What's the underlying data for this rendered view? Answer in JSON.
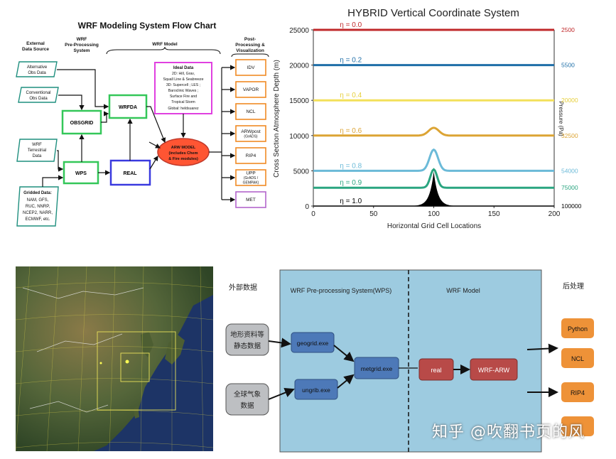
{
  "flowchart": {
    "title": "WRF Modeling System Flow Chart",
    "sections": {
      "external": [
        "External",
        "Data Source"
      ],
      "wps": [
        "WRF",
        "Pre-Processing",
        "System"
      ],
      "model": "WRF Model",
      "post": [
        "Post-",
        "Processing &",
        "Visualization"
      ]
    },
    "sources": {
      "alt_obs": [
        "Alternative",
        "Obs Data"
      ],
      "conv_obs": [
        "Conventional",
        "Obs Data"
      ],
      "terrestrial": [
        "WRF",
        "Terrestrial",
        "Data"
      ],
      "gridded": [
        "Gridded Data:",
        "NAM, GFS,",
        "RUC, NNRP,",
        "NCEP2, NARR,",
        "ECMWF, etc."
      ]
    },
    "boxes": {
      "obsgrid": "OBSGRID",
      "wrfda": "WRFDA",
      "wps": "WPS",
      "real": "REAL"
    },
    "ideal": [
      "Ideal Data",
      "2D: Hill, Grav,",
      "Squall Line & Seabreeze",
      "3D: Supercell ; LES ;",
      "Baroclinic Waves ;",
      "Surface Fire and",
      "Tropical Storm",
      "Global: heldsuarez"
    ],
    "arw": [
      "ARW MODEL",
      "(includes Chem",
      "& Fire modules)"
    ],
    "post": [
      [
        "IDV"
      ],
      [
        "VAPOR"
      ],
      [
        "NCL"
      ],
      [
        "ARWpost",
        "(GrADS)"
      ],
      [
        "RIP4"
      ],
      [
        "UPP",
        "(GrADS /",
        "GEMPAK)"
      ],
      [
        "MET"
      ]
    ],
    "colors": {
      "green": "#34c759",
      "magenta": "#e040e0",
      "blue": "#3a3adf",
      "red": "#c0392b",
      "arw": "#ff5533",
      "orange": "#f08a24",
      "teal": "#1f8f7f"
    }
  },
  "hybrid": {
    "chart_data": {
      "type": "line",
      "title": "HYBRID Vertical Coordinate System",
      "xlabel": "Horizontal Grid Cell Locations",
      "ylabel": "Cross Section Atmosphere Depth (m)",
      "right_label": "Pressure (Pa)",
      "xlim": [
        0,
        200
      ],
      "ylim": [
        0,
        25000
      ],
      "xticks": [
        0,
        50,
        100,
        150,
        200
      ],
      "yticks": [
        0,
        5000,
        10000,
        15000,
        20000,
        25000
      ],
      "center": 100,
      "series": [
        {
          "name": "η = 0.0",
          "base": 25000,
          "bump": 0,
          "width": 10,
          "color": "#c0292b",
          "pressure": "2500"
        },
        {
          "name": "η = 0.2",
          "base": 20000,
          "bump": 0,
          "width": 10,
          "color": "#1f6fa8",
          "pressure": "5500"
        },
        {
          "name": "η = 0.4",
          "base": 15000,
          "bump": 0,
          "width": 10,
          "color": "#f3e05a",
          "pressure": "20000"
        },
        {
          "name": "η = 0.6",
          "base": 10000,
          "bump": 1100,
          "width": 6,
          "color": "#dca434",
          "pressure": "32500"
        },
        {
          "name": "η = 0.8",
          "base": 5000,
          "bump": 3000,
          "width": 5,
          "color": "#6bbad8",
          "pressure": "54000"
        },
        {
          "name": "η = 0.9",
          "base": 2600,
          "bump": 2600,
          "width": 4,
          "color": "#2aa580",
          "pressure": "75000"
        },
        {
          "name": "η = 1.0",
          "base": 0,
          "bump": 0,
          "width": 5,
          "color": "#000000",
          "pressure": "100000"
        }
      ],
      "terrain": {
        "peak": 4900,
        "width": 3.5
      }
    }
  },
  "map": {
    "colors": {
      "ocean": "#1d3466",
      "land": "#4a5a2c",
      "grid": "#d6cc4a"
    }
  },
  "pipeline": {
    "labels": {
      "external": "外部数据",
      "wps": "WRF Pre-processing System(WPS)",
      "model": "WRF Model",
      "post": "后处理"
    },
    "inputs": {
      "static": [
        "地形资料等",
        "静态数据"
      ],
      "gfs": [
        "全球气象",
        "数据"
      ]
    },
    "steps": {
      "geogrid": "geogrid.exe",
      "ungrib": "ungrib.exe",
      "metgrid": "metgrid.exe",
      "real": "real",
      "wrf": "WRF-ARW"
    },
    "post": [
      "Python",
      "NCL",
      "RIP4"
    ],
    "colors": {
      "panel": "#9dcbe0",
      "step": "#4d79b8",
      "model": "#b84a48",
      "post": "#ee9238",
      "input": "#bdbfc2"
    }
  },
  "watermark": "知乎 @吹翻书页的风"
}
